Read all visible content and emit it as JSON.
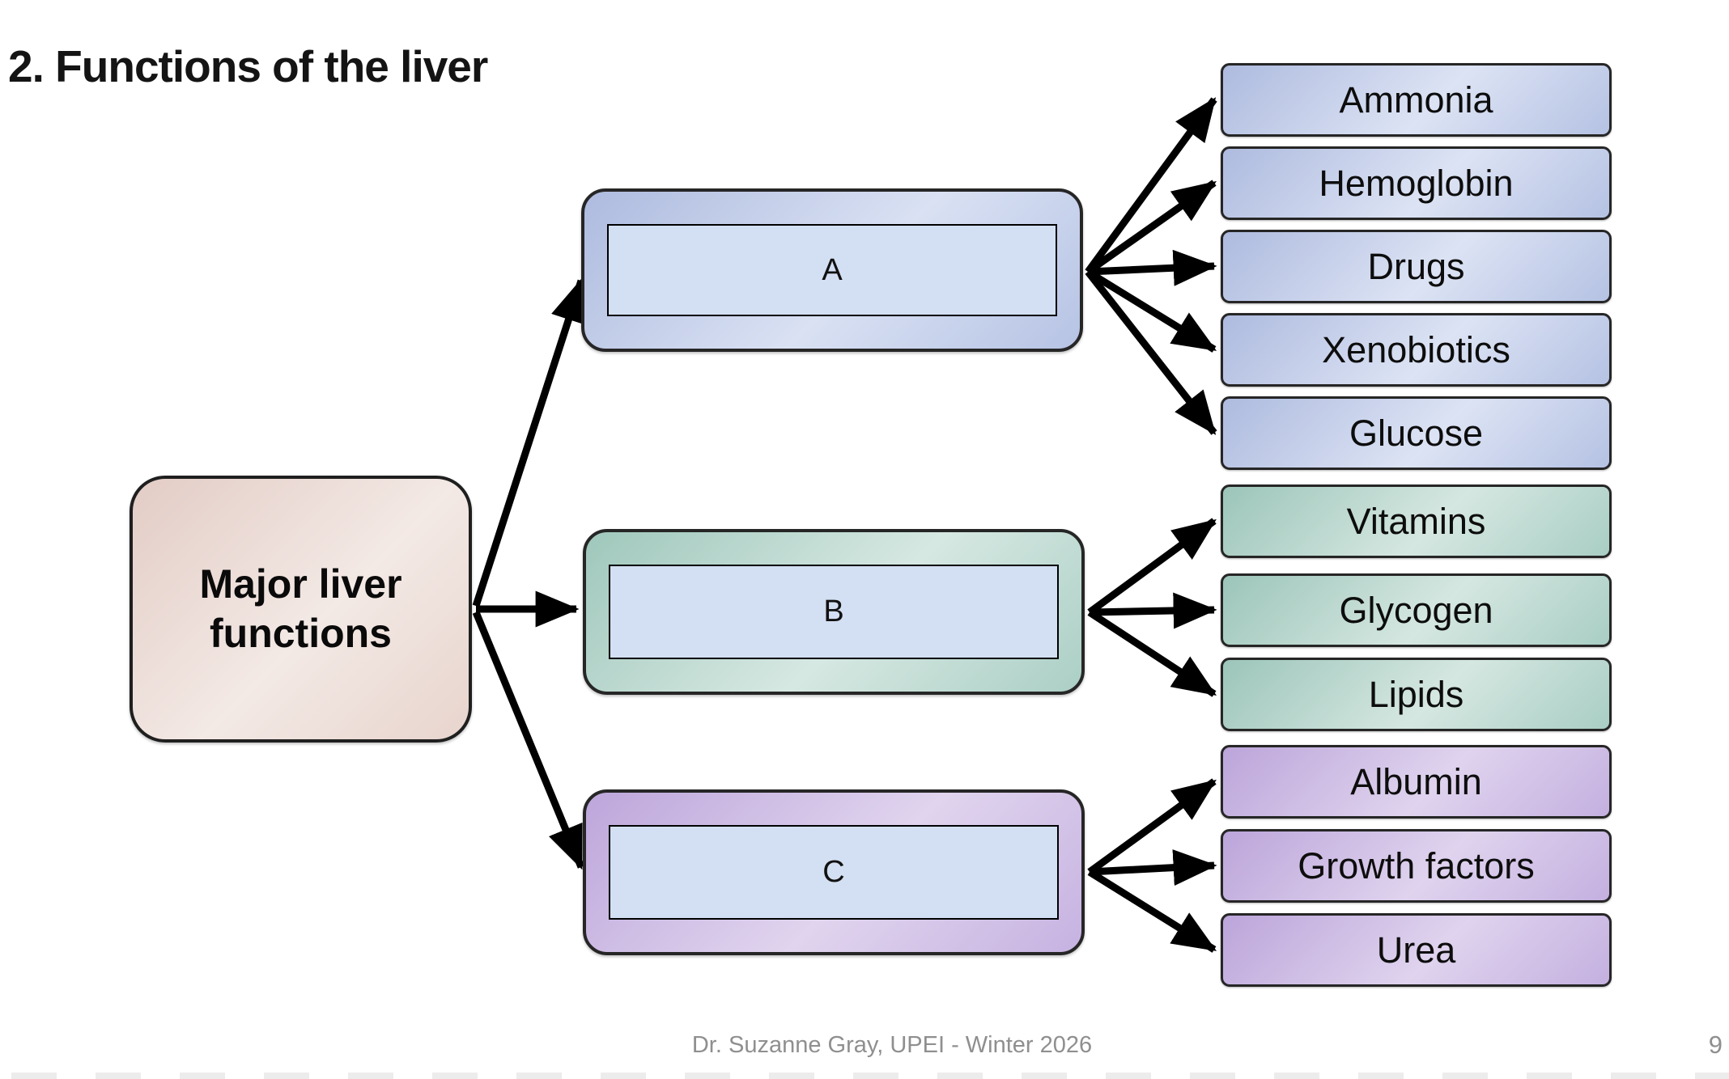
{
  "slide": {
    "title": "2. Functions of the liver",
    "footer": "Dr. Suzanne Gray, UPEI - Winter 2026",
    "page_number": "9"
  },
  "diagram": {
    "root": {
      "label": "Major liver functions"
    },
    "branches": [
      {
        "letter": "A",
        "theme": "blue",
        "theme_color": "#b5c2e3",
        "items": [
          "Ammonia",
          "Hemoglobin",
          "Drugs",
          "Xenobiotics",
          "Glucose"
        ]
      },
      {
        "letter": "B",
        "theme": "green",
        "theme_color": "#a9cec4",
        "items": [
          "Vitamins",
          "Glycogen",
          "Lipids"
        ]
      },
      {
        "letter": "C",
        "theme": "purple",
        "theme_color": "#c4b0e0",
        "items": [
          "Albumin",
          "Growth factors",
          "Urea"
        ]
      }
    ],
    "colors": {
      "root_fill": "#eddcd6",
      "cover_fill": "#d3dff2",
      "arrow": "#000000",
      "footer_text": "#8f8f8f"
    }
  }
}
